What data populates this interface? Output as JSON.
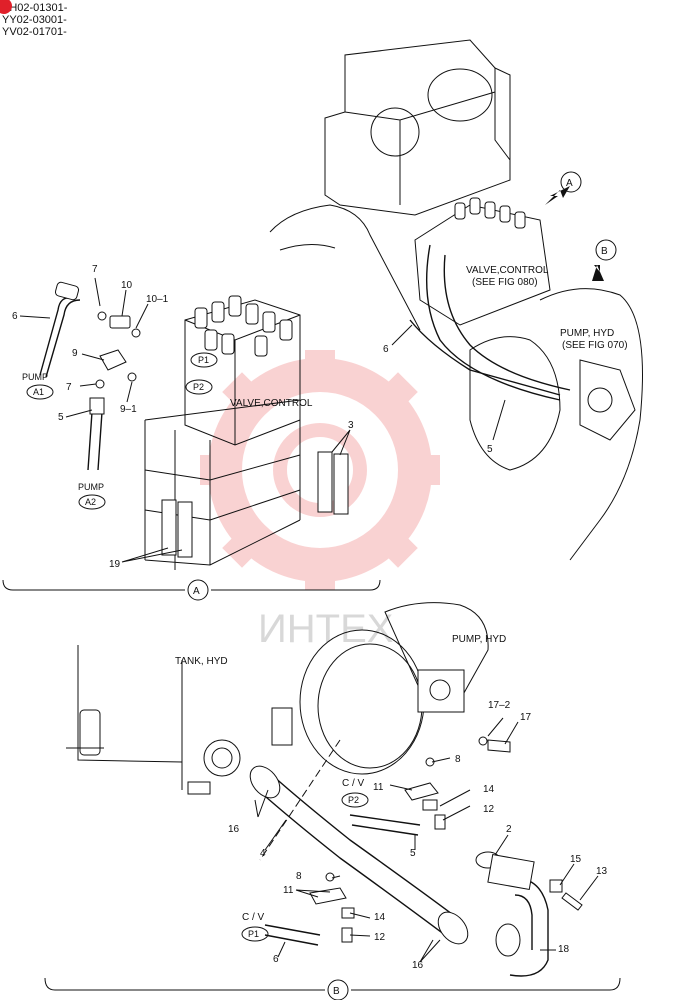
{
  "serials": [
    "YH02-01301-",
    "YY02-03001-",
    "YV02-01701-"
  ],
  "watermark": {
    "text": "ИНТЕХ",
    "color": "#f2a0a0"
  },
  "accent_color": "#e0202a",
  "view_a": {
    "section_marker": "A",
    "valve_label": "VALVE,CONTROL",
    "port_p1": "P1",
    "port_p2": "P2",
    "pump_label_1": "PUMP",
    "pump_port_a1": "A1",
    "pump_label_2": "PUMP",
    "pump_port_a2": "A2",
    "callouts": [
      "6",
      "7",
      "10",
      "10–1",
      "9",
      "7",
      "9–1",
      "5",
      "3",
      "19"
    ]
  },
  "overview": {
    "marker_a": "A",
    "marker_b": "B",
    "valve_label": "VALVE,CONTROL",
    "valve_ref": "(SEE FIG 080)",
    "pump_label": "PUMP, HYD",
    "pump_ref": "(SEE FIG 070)",
    "callouts": [
      "6",
      "5"
    ]
  },
  "view_b": {
    "section_marker": "B",
    "tank_label": "TANK, HYD",
    "pump_label": "PUMP, HYD",
    "cv_label_1": "C / V",
    "cv_port_p2": "P2",
    "cv_label_2": "C / V",
    "cv_port_p1": "P1",
    "callouts": [
      "17–2",
      "17",
      "8",
      "11",
      "14",
      "12",
      "16",
      "4",
      "5",
      "2",
      "8",
      "11",
      "14",
      "12",
      "15",
      "13",
      "18",
      "16",
      "6"
    ]
  }
}
